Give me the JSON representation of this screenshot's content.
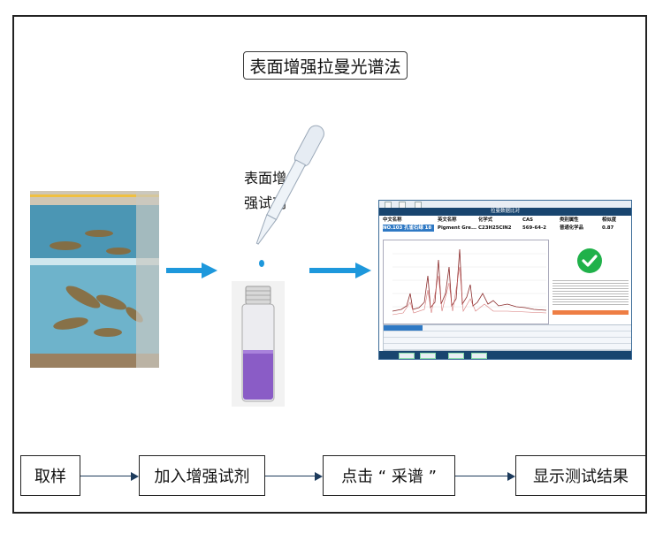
{
  "title": "表面增强拉曼光谱法",
  "reagent_label_line1": "表面增",
  "reagent_label_line2": "强试剂",
  "software": {
    "tabs": [
      "",
      "",
      ""
    ],
    "header": "拉曼数据比对",
    "columns": [
      "中文名称",
      "英文名称",
      "化学式",
      "CAS",
      "类别属性",
      "相似度"
    ],
    "result_row": [
      "NO.103 孔雀石绿 18",
      "Pigment Gre...",
      "C23H25ClN2",
      "569-64-2",
      "普通化学品",
      "0.87"
    ]
  },
  "steps": [
    "取样",
    "加入增强试剂",
    "点击 “ 采谱 ”",
    "显示测试结果"
  ],
  "colors": {
    "big_arrow": "#1e98dc",
    "flow_arrow": "#1d3b5c",
    "screen_header": "#18456f",
    "check_green": "#20b14a",
    "liquid_purple": "#8a5cc6"
  }
}
